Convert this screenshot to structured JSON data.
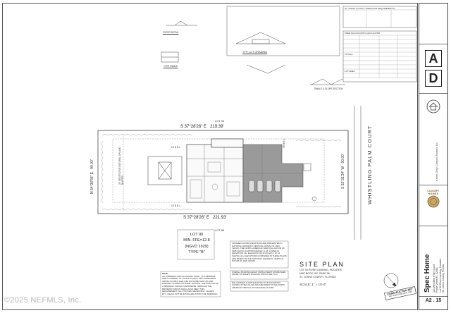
{
  "plan": {
    "lot_top": "LOT 91",
    "lot_bottom": "LOT 89",
    "bearing_top": "S 37°28'26\" E",
    "distance_top": "219.39'",
    "bearing_bottom": "S 37°28'26\" E",
    "distance_bottom": "221.93'",
    "bearing_left": "N 54°36'56\" E",
    "distance_left": "90.03'",
    "bearing_right": "S 52°31'34\" W",
    "distance_right": "90.00'",
    "street": "WHISTLING PALM COURT",
    "setback_top": "10' B.R.L.",
    "setback_bottom": "10' B.R.L.",
    "setback_right": "30' B.R.L.",
    "buffer_left": "25' VEGETATIVE NATURAL UPLAND BUFFER",
    "lot_label": "LOT  90",
    "ffe": "MIN. FFE=12.8",
    "ngvd": "(NGVD 1929)",
    "type": "TYPE  \"B\""
  },
  "site_plan": {
    "title": "SITE PLAN",
    "line1": "LOT 90 RIVER LANDING, NOCATEE",
    "line2": "MAP BOOK 102, PAGE 56",
    "line3": "ST. JOHNS COUNTY, FLORIDA",
    "scale": "SCALE: 1\" = 10'-0\""
  },
  "notes": {
    "left_heading": "NOTE:",
    "left_text": "ALL SIDEWALK AND FLATWORK SHALL, AT A MINIMUM, MEET CURRENT ST. JOHNS COUNTY ADA STANDARDS. CROSS SLOPES SHALL BE NO MORE THAN 2% AND RUNNING SLOPES NO MORE THAN 5%. THE PORTION OF A SIDEWALK WHICH TRANSVERSE THROUGH THE DRIVEWAY APRON SHALL ALSO MEET THIS REQUIREMENT. ALL UTILITIES (METER BOX, VALVES, ETC.) SHALL NOT BE INSTALLED WITHIN THE SIDEWALK.",
    "center_text": "FINISHED FLOOR ELEVATIONS ARE PRESENTED IN NATIONAL GEODETIC VERTICAL DATUM OF 1929 (NGVD). THE NORTH AMERICAN VERTICAL DATUM OF 1988 (NAVD) IS APPROXIMATELY 1.06' LOWER IN ELEVATION. (IE. ELEVATION 98.40 (NGVD) = 97.34 (NAVD)). ALL ELEVATIONS CONTAINED IN THESE PLANS ARE BASED ON THE NATIONAL GEODETIC VERTICAL DATUM OF 1929 (NGVD).",
    "height_note": "OVERALL BUILDING HEIGHT FROM LOWEST ESTABLISHED GRADE TO HIGHEST BUILDING STRUCTURE: 33'-0\"",
    "elevation_note": "MIN. FINISHED FLOOR ELEVATION: 12.8' ELEVATIONS SHOWN AS TBLS (CLOD) AND ARE BASED ON THE NORTH AMERICAN VERTICAL DATUM (NAVD) OF 1988"
  },
  "details": {
    "lot_grading": "TYP. LOT GRADING",
    "filter": "FILTER DETAIL",
    "swale": "TYPE SWALE",
    "swale_section": "SWALE & SLOPE SECTION",
    "right_heading": "ST. JOHNS COUNTY FREE PLAN REQUIREMENTS",
    "calc_heading": "FREE CALCULATION CALCULATOR",
    "total": "TOTALS",
    "lot_area": "LOT AREA"
  },
  "stamp": {
    "line1": "CONSTRUCTION SET",
    "line2": "NOT FOR CONSTRUCTION"
  },
  "title_block": {
    "project": "Spec Home",
    "address_lines": [
      "113 Whistling Palm Court",
      "Ponte Vedra FL 32081",
      "Lot 90 River Landing, Nocatee",
      "St. Johns County, Florida"
    ],
    "company": "Kevin Gray Custom Homes Inc.",
    "brand": "LUXURY HOMES",
    "sheet": "A2 . 15",
    "mark_a": "A",
    "mark_d": "D"
  },
  "watermark": "©2025 NEFMLS, Inc."
}
